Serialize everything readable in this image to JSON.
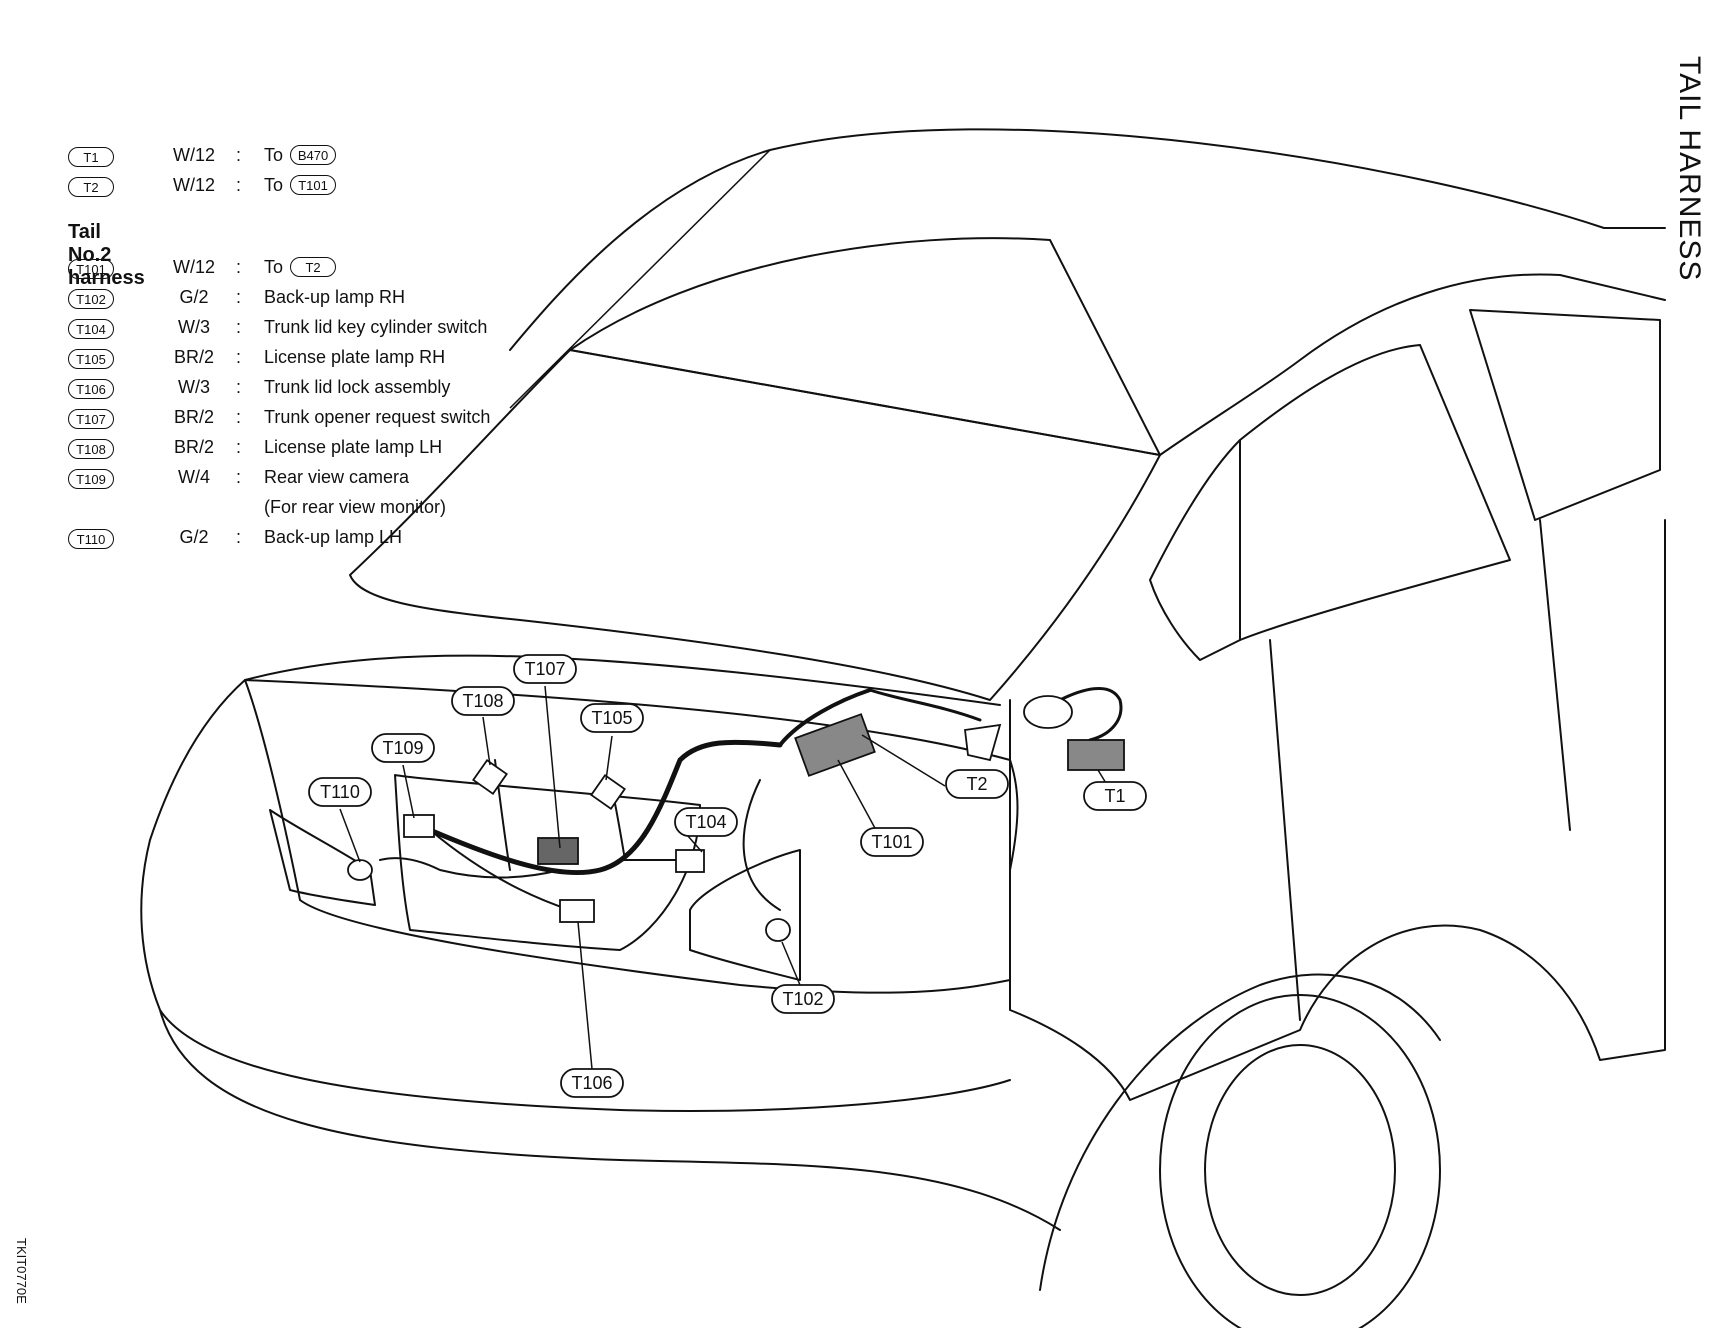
{
  "title": "TAIL HARNESS",
  "figure_id": "TKIT0770E",
  "section_heading": "Tail  No.2  harness",
  "top_connectors": [
    {
      "id": "T1",
      "code": "W/12",
      "desc_prefix": "To",
      "ref": "B470"
    },
    {
      "id": "T2",
      "code": "W/12",
      "desc_prefix": "To",
      "ref": "T101"
    }
  ],
  "connectors": [
    {
      "id": "T101",
      "code": "W/12",
      "desc_prefix": "To",
      "ref": "T2"
    },
    {
      "id": "T102",
      "code": "G/2",
      "desc": "Back-up lamp RH"
    },
    {
      "id": "T104",
      "code": "W/3",
      "desc": "Trunk lid key cylinder switch"
    },
    {
      "id": "T105",
      "code": "BR/2",
      "desc": "License plate lamp RH"
    },
    {
      "id": "T106",
      "code": "W/3",
      "desc": "Trunk lid lock assembly"
    },
    {
      "id": "T107",
      "code": "BR/2",
      "desc": "Trunk opener request switch"
    },
    {
      "id": "T108",
      "code": "BR/2",
      "desc": "License plate lamp LH"
    },
    {
      "id": "T109",
      "code": "W/4",
      "desc": "Rear view camera",
      "note": "(For rear view monitor)"
    },
    {
      "id": "T110",
      "code": "G/2",
      "desc": "Back-up lamp LH"
    }
  ],
  "callouts": [
    "T107",
    "T108",
    "T105",
    "T109",
    "T110",
    "T104",
    "T101",
    "T2",
    "T1",
    "T102",
    "T106"
  ],
  "colors": {
    "line": "#111111",
    "background": "#ffffff",
    "connector_fill": "#888888"
  }
}
